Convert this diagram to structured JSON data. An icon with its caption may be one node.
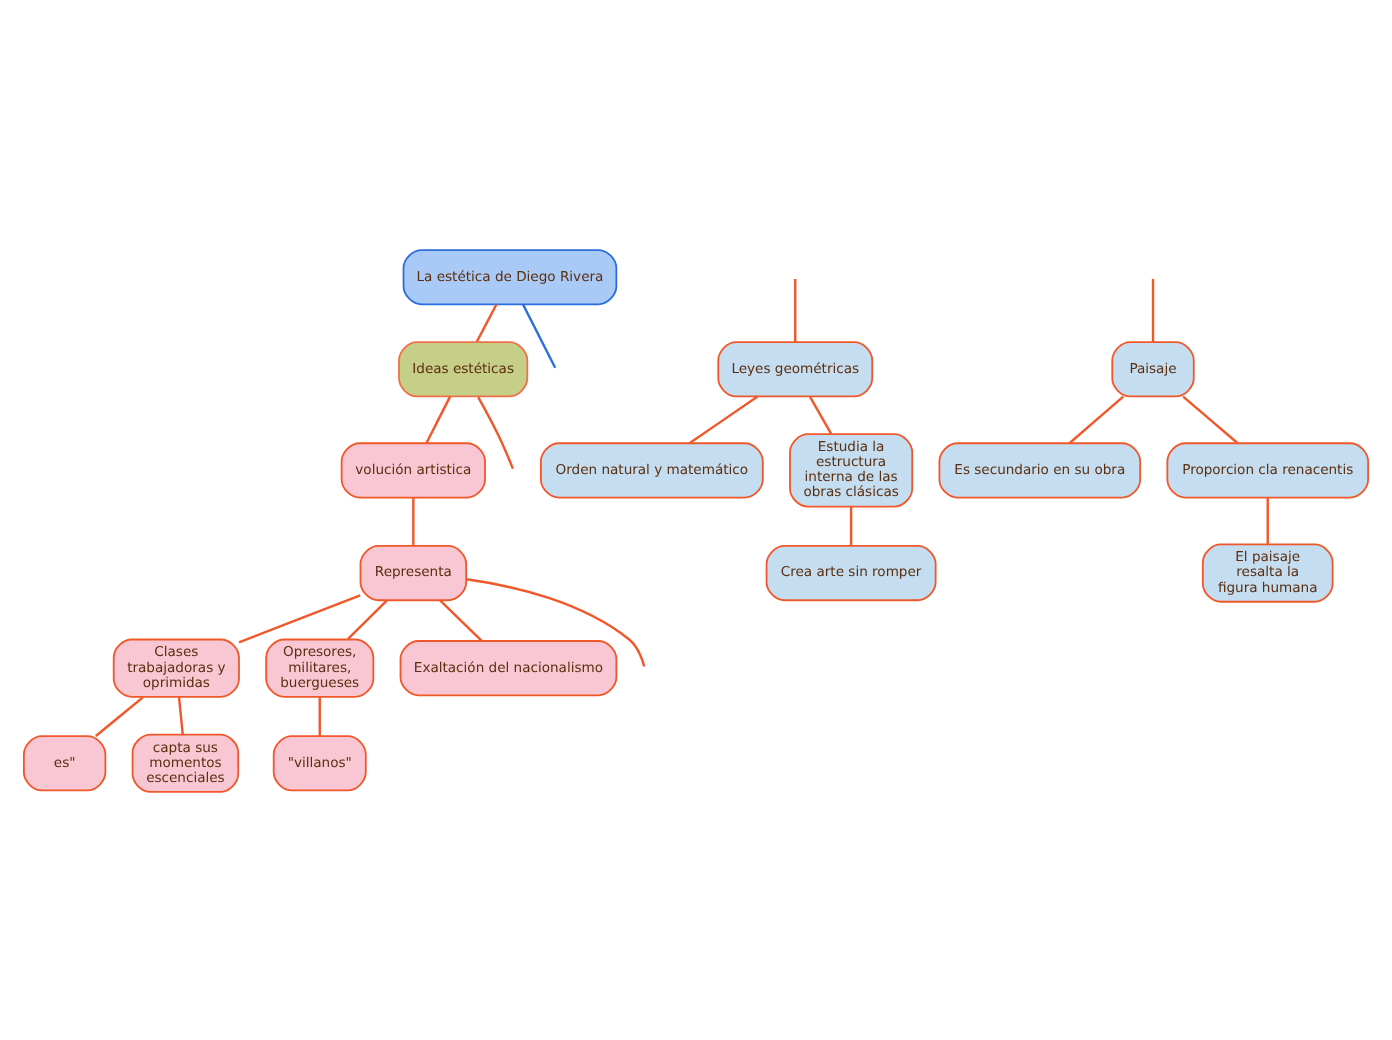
{
  "diagram": {
    "nodes": [
      {
        "text": [
          "La estética de Diego Rivera"
        ]
      },
      {
        "text": [
          "Ideas estéticas"
        ]
      },
      {
        "text": [
          "volución artistica"
        ]
      },
      {
        "text": [
          "Representa"
        ]
      },
      {
        "text": [
          "Clases trabajadoras y oprimidas"
        ]
      },
      {
        "text": [
          "Opresores, militares, buergueses"
        ]
      },
      {
        "text": [
          "Exaltación del nacionalismo"
        ]
      },
      {
        "text": [
          "es\""
        ]
      },
      {
        "text": [
          "capta sus momentos escenciales"
        ]
      },
      {
        "text": [
          "\"villanos\""
        ]
      },
      {
        "text": [
          "Leyes geométricas"
        ]
      },
      {
        "text": [
          "Orden natural y matemático"
        ]
      },
      {
        "text": [
          "Estudia la estructura interna de las obras clásicas"
        ]
      },
      {
        "text": [
          "Crea arte sin romper"
        ]
      },
      {
        "text": [
          "Paisaje"
        ]
      },
      {
        "text": [
          "Es secundario en su obra"
        ]
      },
      {
        "text": [
          "Proporcion cla renacentis"
        ]
      },
      {
        "text": [
          "El paisaje resalta la figura humana"
        ]
      }
    ],
    "edges": [
      {
        "from": 0,
        "to": null,
        "arrow": "none",
        "color": "#2a6fdb"
      },
      {
        "from": 0,
        "to": 1,
        "arrow": "none"
      },
      {
        "from": 1,
        "to": 2,
        "arrow": "none"
      },
      {
        "from": 1,
        "to": null,
        "arrow": "none"
      },
      {
        "from": 2,
        "to": 3,
        "arrow": "none"
      },
      {
        "from": 3,
        "to": null,
        "arrow": "none"
      },
      {
        "from": 3,
        "to": 4,
        "arrow": "none"
      },
      {
        "from": 3,
        "to": 5,
        "arrow": "none"
      },
      {
        "from": 3,
        "to": 6,
        "arrow": "none"
      },
      {
        "from": 4,
        "to": 7,
        "arrow": "none"
      },
      {
        "from": 4,
        "to": 8,
        "arrow": "none"
      },
      {
        "from": 5,
        "to": 9,
        "arrow": "none"
      },
      {
        "from": null,
        "to": 10,
        "arrow": "none"
      },
      {
        "from": null,
        "to": 14,
        "arrow": "none"
      },
      {
        "from": 10,
        "to": 11,
        "arrow": "none"
      },
      {
        "from": 10,
        "to": 12,
        "arrow": "none"
      },
      {
        "from": 12,
        "to": 13,
        "arrow": "none"
      },
      {
        "from": 14,
        "to": 15,
        "arrow": "none"
      },
      {
        "from": 14,
        "to": 16,
        "arrow": "none"
      },
      {
        "from": 16,
        "to": 17,
        "arrow": "none"
      }
    ]
  }
}
